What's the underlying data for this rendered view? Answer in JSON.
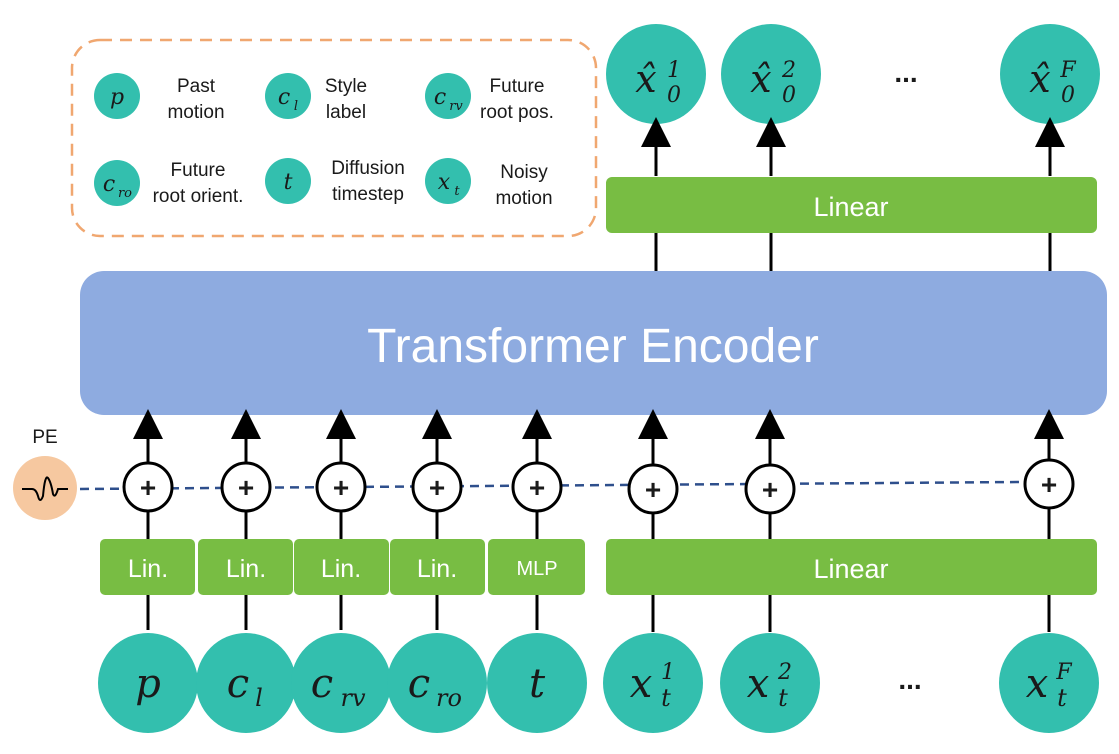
{
  "legend": {
    "items": [
      {
        "symbol": "p",
        "label1": "Past",
        "label2": "motion"
      },
      {
        "symbol": "c",
        "sub": "l",
        "label1": "Style",
        "label2": "label"
      },
      {
        "symbol": "c",
        "sub": "rv",
        "label1": "Future",
        "label2": "root pos."
      },
      {
        "symbol": "c",
        "sub": "ro",
        "label1": "Future",
        "label2": "root orient."
      },
      {
        "symbol": "t",
        "label1": "Diffusion",
        "label2": "timestep"
      },
      {
        "symbol": "x",
        "sub": "t",
        "label1": "Noisy",
        "label2": "motion"
      }
    ]
  },
  "encoder": {
    "label": "Transformer Encoder"
  },
  "output_linear": {
    "label": "Linear"
  },
  "input_linear": {
    "label": "Linear"
  },
  "pe": {
    "label": "PE"
  },
  "ellipsis": "...",
  "plus": "+",
  "cond_blocks": [
    "Lin.",
    "Lin.",
    "Lin.",
    "Lin.",
    "MLP"
  ],
  "inputs": [
    {
      "symbol": "p"
    },
    {
      "symbol": "c",
      "sub": "l"
    },
    {
      "symbol": "c",
      "sub": "rv"
    },
    {
      "symbol": "c",
      "sub": "ro"
    },
    {
      "symbol": "t"
    },
    {
      "symbol": "x",
      "sub": "t",
      "sup": "1"
    },
    {
      "symbol": "x",
      "sub": "t",
      "sup": "2"
    },
    {
      "symbol": "x",
      "sub": "t",
      "sup": "F"
    }
  ],
  "outputs": [
    {
      "symbol": "x̂",
      "sub": "0",
      "sup": "1"
    },
    {
      "symbol": "x̂",
      "sub": "0",
      "sup": "2"
    },
    {
      "symbol": "x̂",
      "sub": "0",
      "sup": "F"
    }
  ],
  "colors": {
    "teal": "#33bfae",
    "green": "#78bd43",
    "blue": "#8eabe0",
    "orange": "#f6c8a0",
    "legend_border": "#f0a770",
    "dash": "#2e4f8c"
  }
}
